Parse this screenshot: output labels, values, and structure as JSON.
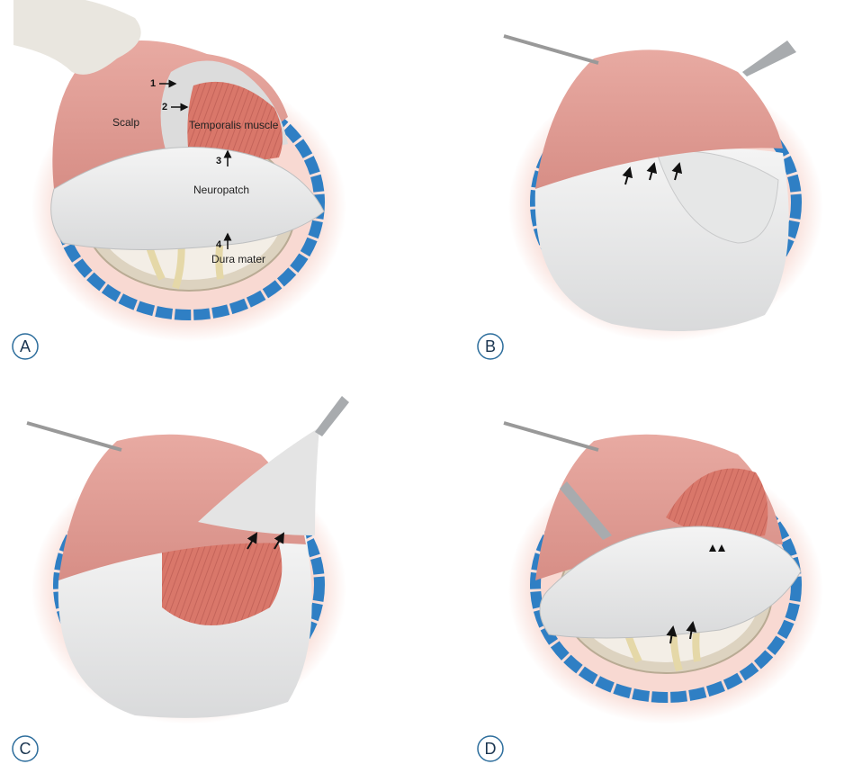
{
  "panels": [
    {
      "letter": "A",
      "labels": {
        "scalp": "Scalp",
        "temporalis": "Temporalis muscle",
        "neuropatch": "Neuropatch",
        "dura": "Dura mater"
      },
      "markers": [
        "1",
        "2",
        "3",
        "4"
      ]
    },
    {
      "letter": "B"
    },
    {
      "letter": "C"
    },
    {
      "letter": "D"
    }
  ],
  "colors": {
    "scalp": "#e3a49c",
    "muscle": "#d9776a",
    "patch": "#e9eaea",
    "halo": "#f8d9d2",
    "drape": "#2f7fc4",
    "dura": "#f1ece4",
    "vessel": "#e5d8a8",
    "letter_ring": "#2c6d9c"
  }
}
